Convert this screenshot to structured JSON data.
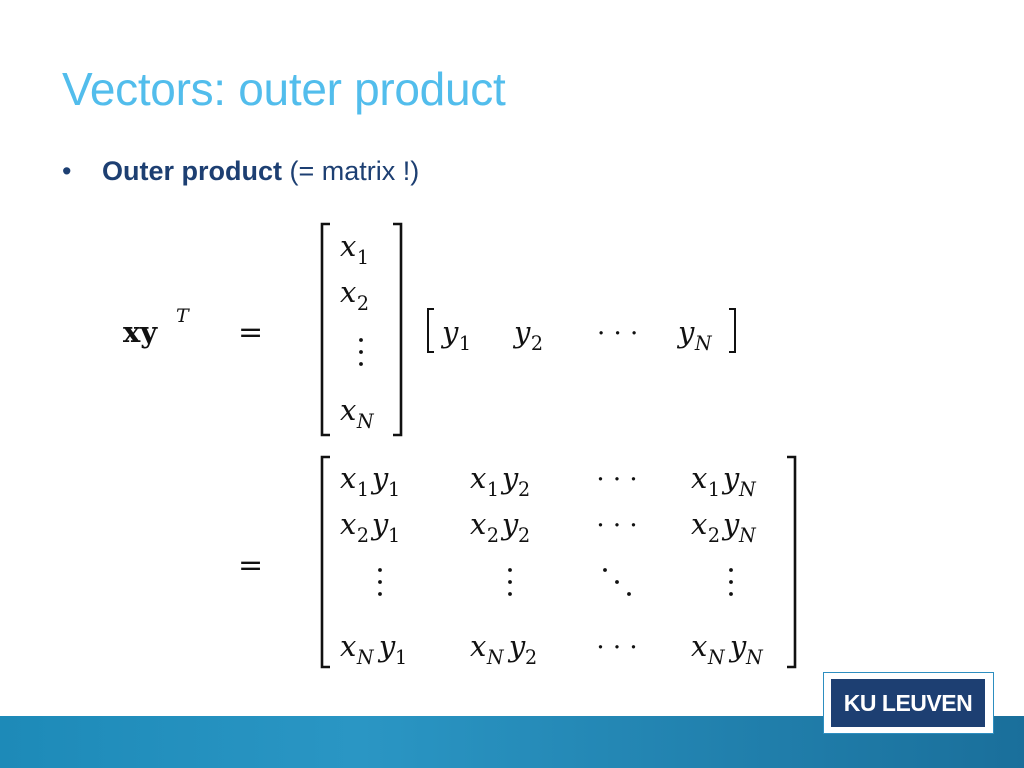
{
  "slide": {
    "title": "Vectors: outer product"
  },
  "bullet": {
    "marker": "•",
    "bold_text": "Outer product",
    "rest_text": " (= matrix !)"
  },
  "equation": {
    "lhs_vars": "xy",
    "lhs_sup": "T",
    "equals": "=",
    "column_vector": [
      {
        "base": "x",
        "sub": "1"
      },
      {
        "base": "x",
        "sub": "2"
      },
      {
        "vdots": true
      },
      {
        "base": "x",
        "sub": "N"
      }
    ],
    "row_vector": [
      {
        "base": "y",
        "sub": "1"
      },
      {
        "base": "y",
        "sub": "2"
      },
      {
        "dots": "· · ·"
      },
      {
        "base": "y",
        "sub": "N"
      }
    ],
    "result_matrix": [
      [
        {
          "a": "x",
          "as": "1",
          "b": "y",
          "bs": "1"
        },
        {
          "a": "x",
          "as": "1",
          "b": "y",
          "bs": "2"
        },
        {
          "dots": "· · ·"
        },
        {
          "a": "x",
          "as": "1",
          "b": "y",
          "bs": "N"
        }
      ],
      [
        {
          "a": "x",
          "as": "2",
          "b": "y",
          "bs": "1"
        },
        {
          "a": "x",
          "as": "2",
          "b": "y",
          "bs": "2"
        },
        {
          "dots": "· · ·"
        },
        {
          "a": "x",
          "as": "2",
          "b": "y",
          "bs": "N"
        }
      ],
      [
        {
          "vdots": true
        },
        {
          "vdots": true
        },
        {
          "ddots": true
        },
        {
          "vdots": true
        }
      ],
      [
        {
          "a": "x",
          "as": "N",
          "b": "y",
          "bs": "1"
        },
        {
          "a": "x",
          "as": "N",
          "b": "y",
          "bs": "2"
        },
        {
          "dots": "· · ·"
        },
        {
          "a": "x",
          "as": "N",
          "b": "y",
          "bs": "N"
        }
      ]
    ]
  },
  "logo": {
    "text": "KU LEUVEN"
  },
  "colors": {
    "title": "#52bdec",
    "bullet": "#1d3f72",
    "footer": "#1d8ab8",
    "logo_bg": "#1d3f72"
  }
}
